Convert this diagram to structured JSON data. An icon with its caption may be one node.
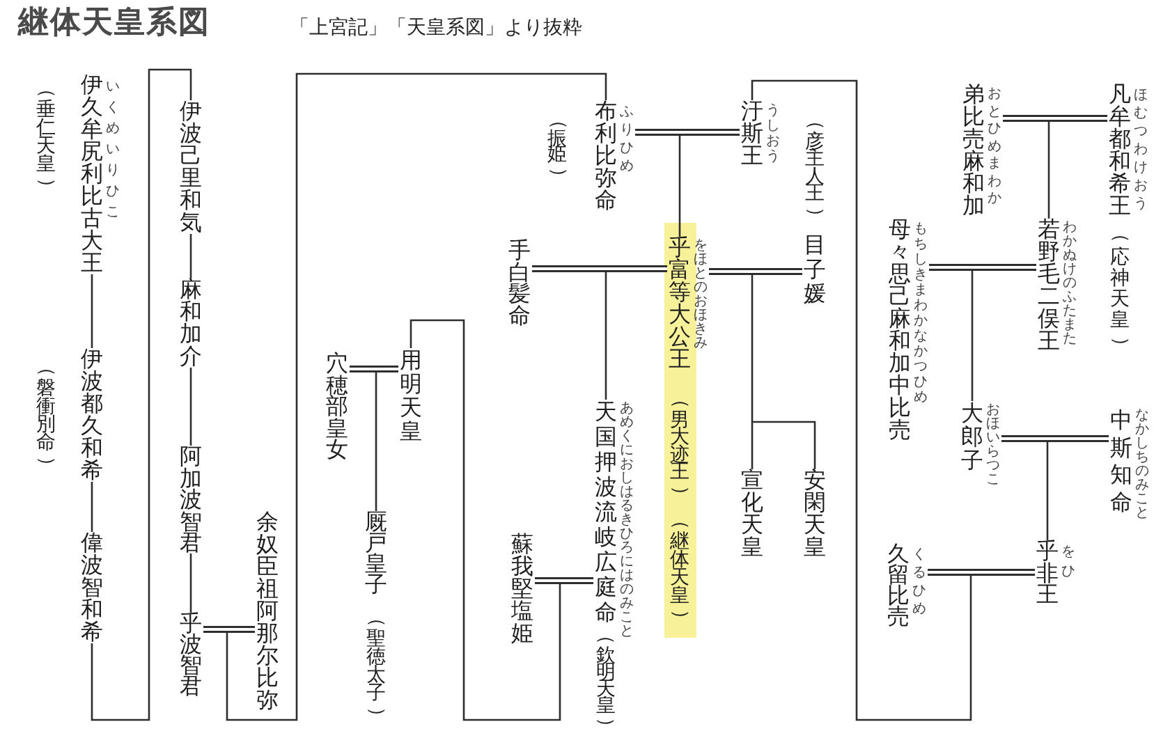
{
  "diagram": {
    "title": "継体天皇系図",
    "nodes": [
      {
        "text": [
          "凡牟都和希王"
        ],
        "beside": [
          "ほむつわけおう",
          "（応神天皇）"
        ]
      },
      {
        "text": [
          "弟比売麻和加"
        ],
        "beside": [
          "おとひめまわか"
        ]
      },
      {
        "text": [
          "若野毛二俣王"
        ],
        "beside": [
          "わかぬけのふたまた"
        ]
      },
      {
        "text": [
          "母々思己麻和加中比売"
        ],
        "beside": [
          "もちしきまわかなかつひめ"
        ]
      },
      {
        "text": [
          "中斯知命"
        ],
        "beside": [
          "なかしちのみこと"
        ]
      },
      {
        "text": [
          "大郎子"
        ],
        "beside": [
          "おほいらつこ"
        ]
      },
      {
        "text": [
          "乎非王"
        ],
        "beside": [
          "をひ"
        ]
      },
      {
        "text": [
          "久留比売"
        ],
        "beside": [
          "くるひめ"
        ]
      },
      {
        "text": [
          "汙斯王"
        ],
        "beside": [
          "うしおう",
          "（彦主人王）"
        ]
      },
      {
        "text": [
          "布利比弥命"
        ],
        "beside": [
          "ふりひめ",
          "（振姫）"
        ]
      },
      {
        "text": [
          "目子媛"
        ]
      },
      {
        "text": [
          "乎富等大公王"
        ],
        "beside": [
          "をほとのおほきみ",
          "（男大迹王）",
          "（継体天皇）"
        ]
      },
      {
        "text": [
          "手白髪命"
        ]
      },
      {
        "text": [
          "安閑天皇"
        ]
      },
      {
        "text": [
          "宣化天皇"
        ]
      },
      {
        "text": [
          "天国押波流岐広庭命"
        ],
        "beside": [
          "あめくにおしはるきひろにはのみこと",
          "（欽明天皇）"
        ]
      },
      {
        "text": [
          "蘇我堅塩姫"
        ]
      },
      {
        "text": [
          "用明天皇"
        ]
      },
      {
        "text": [
          "穴穂部皇女"
        ]
      },
      {
        "text": [
          "厩戸皇子"
        ],
        "beside": [
          "（聖徳太子）"
        ]
      },
      {
        "text": [
          "余奴臣祖阿那尔比弥"
        ]
      },
      {
        "text": [
          "伊波己里和気"
        ]
      },
      {
        "text": [
          "麻和加介"
        ]
      },
      {
        "text": [
          "阿加波智君"
        ]
      },
      {
        "text": [
          "乎波智君"
        ]
      },
      {
        "text": [
          "伊久牟尻利比古大王"
        ],
        "beside": [
          "いくめいりひこ",
          "（垂仁天皇）"
        ]
      },
      {
        "text": [
          "伊波都久和希"
        ],
        "beside": [
          "（磐衝別命）"
        ]
      },
      {
        "text": [
          "偉波智和希"
        ]
      }
    ],
    "edges": [
      {
        "from": 1,
        "to": 0,
        "arrow": "none",
        "style": "thick"
      },
      {
        "from": 0,
        "to": 2,
        "arrow": "none"
      },
      {
        "from": 1,
        "to": 2,
        "arrow": "none"
      },
      {
        "from": 3,
        "to": 2,
        "arrow": "none",
        "style": "thick"
      },
      {
        "from": 2,
        "to": 5,
        "arrow": "none"
      },
      {
        "from": 3,
        "to": 5,
        "arrow": "none"
      },
      {
        "from": 5,
        "to": 4,
        "arrow": "none",
        "style": "thick"
      },
      {
        "from": 4,
        "to": 6,
        "arrow": "none"
      },
      {
        "from": 5,
        "to": 6,
        "arrow": "none"
      },
      {
        "from": 7,
        "to": 6,
        "arrow": "none",
        "style": "thick"
      },
      {
        "from": 6,
        "to": 8,
        "arrow": "none"
      },
      {
        "from": 7,
        "to": 8,
        "arrow": "none"
      },
      {
        "from": 9,
        "to": 8,
        "arrow": "none",
        "style": "thick"
      },
      {
        "from": 8,
        "to": 11,
        "arrow": "none"
      },
      {
        "from": 9,
        "to": 11,
        "arrow": "none"
      },
      {
        "from": 11,
        "to": 10,
        "arrow": "none",
        "style": "thick"
      },
      {
        "from": 11,
        "to": 14,
        "arrow": "none"
      },
      {
        "from": 10,
        "to": 14,
        "arrow": "none"
      },
      {
        "from": 11,
        "to": 13,
        "arrow": "none"
      },
      {
        "from": 10,
        "to": 13,
        "arrow": "none"
      },
      {
        "from": 12,
        "to": 11,
        "arrow": "none",
        "style": "thick"
      },
      {
        "from": 11,
        "to": 15,
        "arrow": "none"
      },
      {
        "from": 12,
        "to": 15,
        "arrow": "none"
      },
      {
        "from": 16,
        "to": 15,
        "arrow": "none",
        "style": "thick"
      },
      {
        "from": 15,
        "to": 17,
        "arrow": "none"
      },
      {
        "from": 16,
        "to": 17,
        "arrow": "none"
      },
      {
        "from": 18,
        "to": 17,
        "arrow": "none",
        "style": "thick"
      },
      {
        "from": 17,
        "to": 19,
        "arrow": "none"
      },
      {
        "from": 18,
        "to": 19,
        "arrow": "none"
      },
      {
        "from": 24,
        "to": 20,
        "arrow": "none",
        "style": "thick"
      },
      {
        "from": 24,
        "to": 9,
        "arrow": "none"
      },
      {
        "from": 20,
        "to": 9,
        "arrow": "none"
      },
      {
        "from": 21,
        "to": 22,
        "arrow": "none"
      },
      {
        "from": 22,
        "to": 23,
        "arrow": "none"
      },
      {
        "from": 23,
        "to": 24,
        "arrow": "none"
      },
      {
        "from": 27,
        "to": 21,
        "arrow": "none"
      },
      {
        "from": 25,
        "to": 26,
        "arrow": "none"
      },
      {
        "from": 26,
        "to": 27,
        "arrow": "none"
      }
    ],
    "labels": [
      "「上宮記」「天皇系図」より抜粋"
    ]
  }
}
